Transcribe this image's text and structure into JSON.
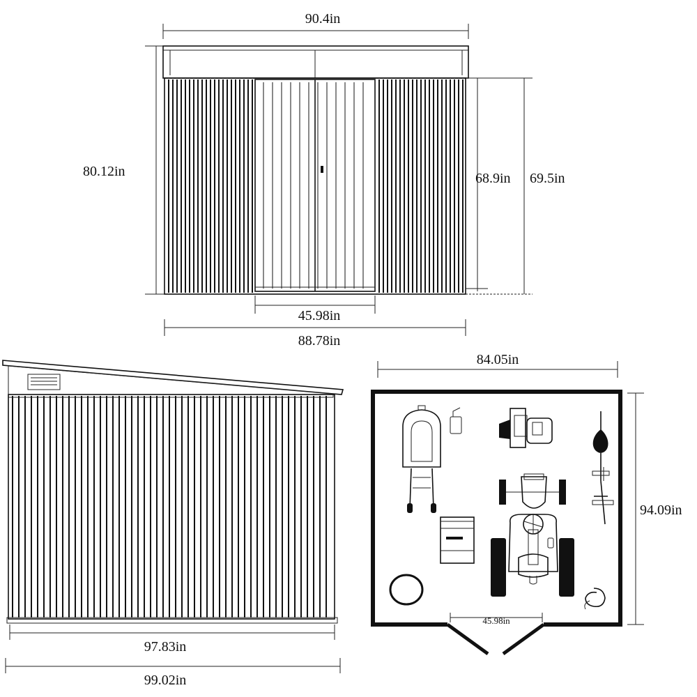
{
  "front_view": {
    "dims": {
      "top_width": "90.4in",
      "total_height": "80.12in",
      "door_height": "68.9in",
      "wall_height": "69.5in",
      "door_width": "45.98in",
      "base_width": "88.78in"
    }
  },
  "side_view": {
    "dims": {
      "base_width": "97.83in",
      "roof_width": "99.02in"
    }
  },
  "floor_plan": {
    "dims": {
      "width": "84.05in",
      "depth": "94.09in",
      "door_width": "45.98in"
    },
    "items": [
      "lawn-mower",
      "gas-can",
      "tool-chest",
      "riding-tractor",
      "trimmer",
      "storage-cabinet",
      "ball",
      "hose"
    ]
  },
  "colors": {
    "line": "#111111",
    "background": "#ffffff"
  }
}
